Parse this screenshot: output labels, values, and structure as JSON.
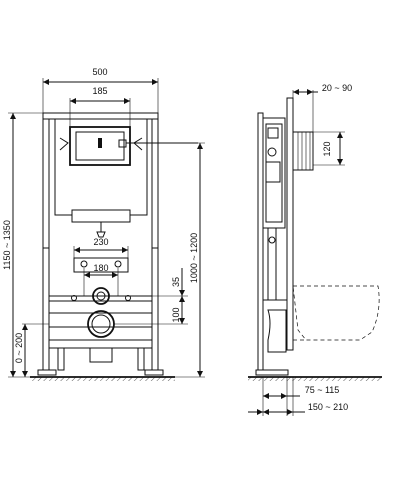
{
  "dimensions": {
    "width_total": "500",
    "flush_plate_width": "185",
    "pan_connector_spacing": "230",
    "bolt_spacing": "180",
    "frame_height": "1150 ~ 1350",
    "tank_height": "1000 ~ 1200",
    "inlet_offset": "35",
    "outlet_spacing": "100",
    "floor_offset": "0 ~ 200",
    "side_top_adjust": "20 ~ 90",
    "side_outlet": "120",
    "side_depth_small": "75 ~ 115",
    "side_depth_large": "150 ~ 210"
  }
}
